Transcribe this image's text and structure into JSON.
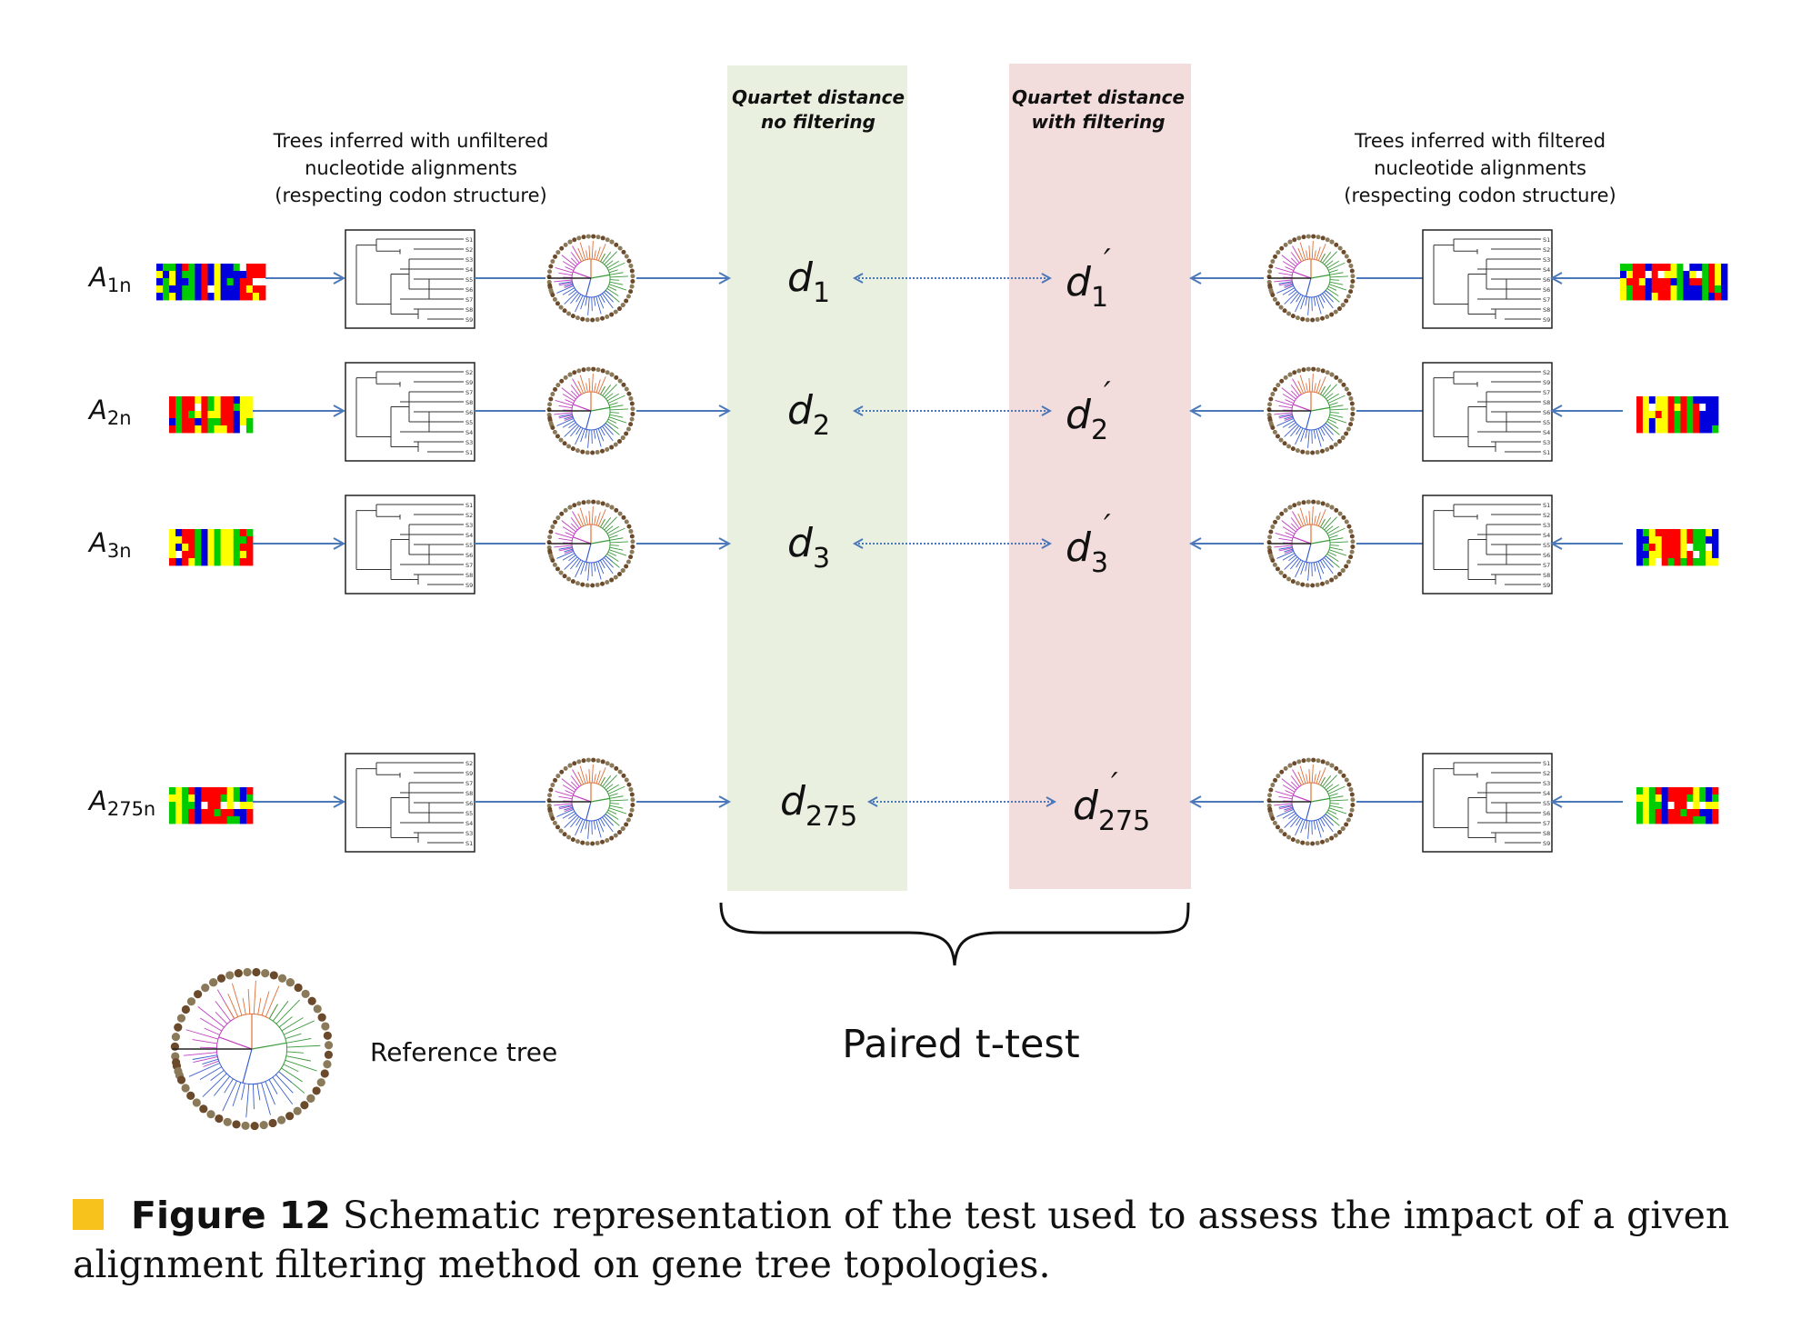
{
  "panels": {
    "left": {
      "title_line1": "Quartet distance",
      "title_line2": "no filtering",
      "color": "#eaf0e0"
    },
    "right": {
      "title_line1": "Quartet distance",
      "title_line2": "with filtering",
      "color": "#f2dcdc"
    }
  },
  "headers": {
    "left": [
      "Trees inferred with unfiltered",
      "nucleotide alignments",
      "(respecting codon structure)"
    ],
    "right": [
      "Trees inferred with filtered",
      "nucleotide alignments",
      "(respecting codon structure)"
    ]
  },
  "rows": [
    {
      "alignment": "A",
      "alignment_sub": "1n",
      "d": "d",
      "d_sub": "1",
      "d_prime": "′",
      "left_leaves": [
        "S1",
        "S2",
        "S3",
        "S4",
        "S5",
        "S6",
        "S7",
        "S8",
        "S9"
      ],
      "right_leaves": [
        "S1",
        "S2",
        "S3",
        "S4",
        "S6",
        "S6",
        "S7",
        "S8",
        "S9"
      ]
    },
    {
      "alignment": "A",
      "alignment_sub": "2n",
      "d": "d",
      "d_sub": "2",
      "d_prime": "′",
      "left_leaves": [
        "S2",
        "S9",
        "S7",
        "S8",
        "S6",
        "S5",
        "S4",
        "S3",
        "S1"
      ],
      "right_leaves": [
        "S2",
        "S9",
        "S7",
        "S8",
        "S6",
        "S5",
        "S4",
        "S3",
        "S1"
      ]
    },
    {
      "alignment": "A",
      "alignment_sub": "3n",
      "d": "d",
      "d_sub": "3",
      "d_prime": "′",
      "left_leaves": [
        "S1",
        "S2",
        "S3",
        "S4",
        "S5",
        "S6",
        "S7",
        "S8",
        "S9"
      ],
      "right_leaves": [
        "S1",
        "S2",
        "S3",
        "S4",
        "S5",
        "S6",
        "S7",
        "S8",
        "S9"
      ]
    },
    {
      "alignment": "A",
      "alignment_sub": "275n",
      "d": "d",
      "d_sub": "275",
      "d_prime": "′",
      "left_leaves": [
        "S2",
        "S9",
        "S7",
        "S8",
        "S6",
        "S5",
        "S4",
        "S3",
        "S1"
      ],
      "right_leaves": [
        "S1",
        "S2",
        "S3",
        "S4",
        "S5",
        "S6",
        "S7",
        "S8",
        "S9"
      ]
    }
  ],
  "paired_test": "Paired t-test",
  "reference": "Reference tree",
  "caption": {
    "label": "Figure 12",
    "text": "Schematic representation of the test used to assess the impact of a given alignment filtering method on gene tree topologies."
  },
  "colors": {
    "arrow": "#4a78b8",
    "alignment": [
      "#ff0000",
      "#ffff00",
      "#00cc00",
      "#0000dd",
      "#ffffff",
      "#ffe000"
    ],
    "tree_branches": [
      "#3a5fcd",
      "#3c9a3c",
      "#e0703a",
      "#c040c0",
      "#333333"
    ],
    "caption_marker": "#f6c21b"
  }
}
